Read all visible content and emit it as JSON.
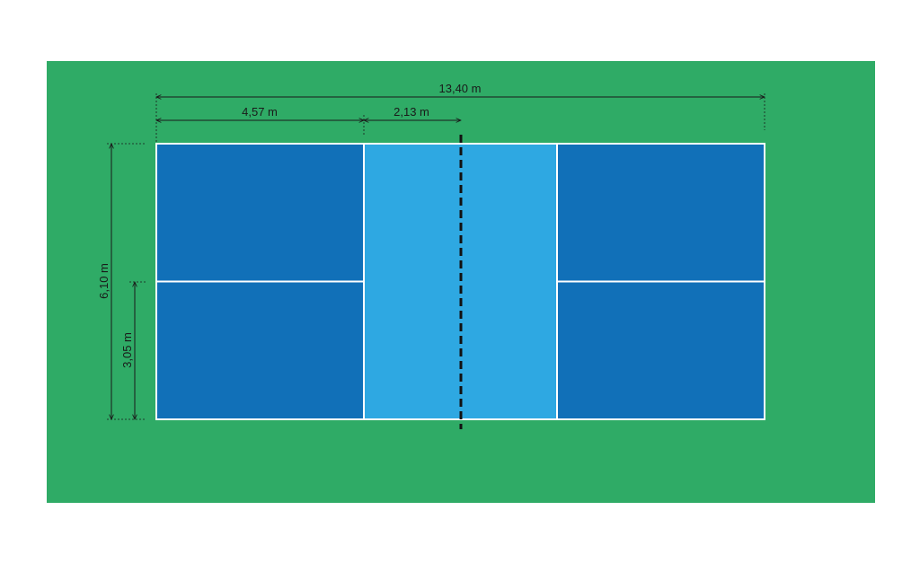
{
  "colors": {
    "surround": "#2fab66",
    "service_court": "#1170b8",
    "kitchen_zone": "#2ea8e2",
    "lines": "#ffffff",
    "net": "#111111",
    "dimension": "#1a1a1a"
  },
  "dimensions": {
    "total_length": "13,40 m",
    "service_length": "4,57 m",
    "kitchen_length": "2,13 m",
    "width": "6,10 m",
    "half_width": "3,05 m"
  }
}
